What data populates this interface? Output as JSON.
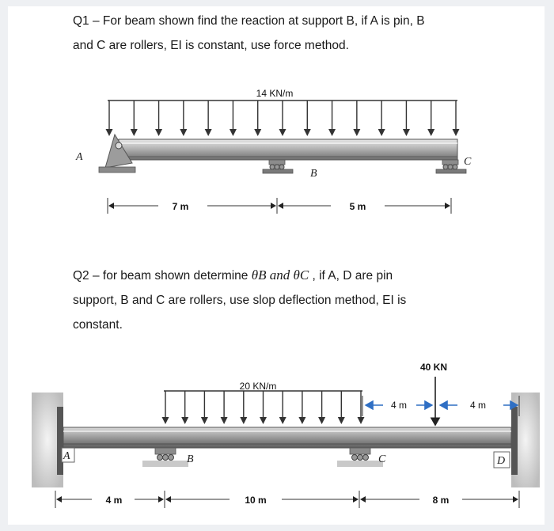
{
  "q1": {
    "line1": "Q1 – For beam shown find the reaction at support B, if A is pin, B",
    "line2": "and C are rollers, EI is constant, use force method.",
    "load_label": "14 KN/m",
    "dim_left": "7 m",
    "dim_right": "5 m",
    "label_a": "A",
    "label_b": "B",
    "label_c": "C"
  },
  "q2": {
    "line1_pre": "Q2 – for beam shown determine ",
    "theta_b": "θB",
    "and": " and ",
    "theta_c": "θC",
    "line1_post": " , if A, D are pin",
    "line2": "support, B and C are rollers, use slop deflection method, EI is",
    "line3": "constant.",
    "udl_label": "20 KN/m",
    "point_load_label": "40 KN",
    "dim_4m_a": "4 m",
    "dim_4m_b": "4 m",
    "dim_left": "4 m",
    "dim_mid": "10 m",
    "dim_right": "8 m",
    "label_a": "A",
    "label_b": "B",
    "label_c": "C",
    "label_d": "D"
  },
  "colors": {
    "beam_fill": "#a9a9a9",
    "beam_dark": "#555555",
    "arrow_blue": "#2f6fc4",
    "text": "#1a1a1a"
  }
}
